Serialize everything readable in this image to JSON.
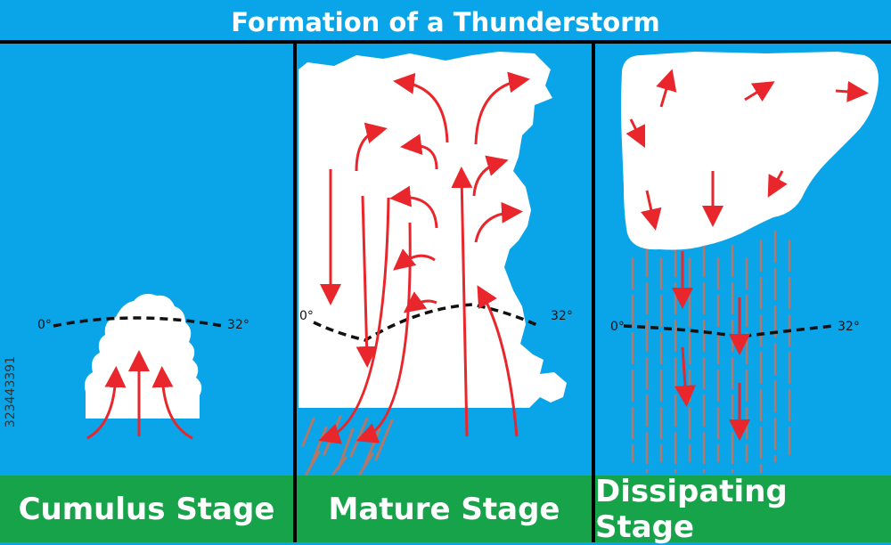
{
  "title": "Formation of a Thunderstorm",
  "stages": [
    {
      "label": "Cumulus Stage",
      "temp_left": "0°",
      "temp_right": "32°"
    },
    {
      "label": "Mature Stage",
      "temp_left": "0°",
      "temp_right": "32°"
    },
    {
      "label": "Dissipating Stage",
      "temp_left": "0°",
      "temp_right": "32°"
    }
  ],
  "stock_id": "323443391",
  "colors": {
    "sky": "#0aa5e8",
    "ground": "#17a34a",
    "cloud": "#ffffff",
    "arrow": "#e8262b",
    "rain": "#b0786a",
    "divider": "#000000",
    "freezing_line": "#111111"
  }
}
